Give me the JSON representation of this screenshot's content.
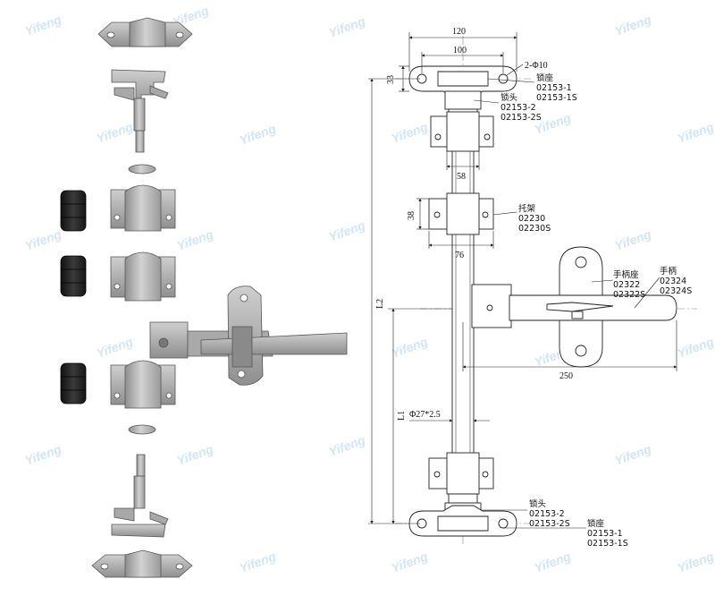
{
  "watermark": "Yifeng",
  "dimensions": {
    "d120": "120",
    "d100": "100",
    "d33": "33",
    "d58": "58",
    "d38": "38",
    "d76": "76",
    "d250": "250",
    "L2": "L2",
    "L1": "L1",
    "hole": "2-Φ10",
    "tube": "Φ27*2.5"
  },
  "labels": {
    "lock_seat_top": [
      "锁座",
      "02153-1",
      "02153-1S"
    ],
    "lock_head_top": [
      "锁头",
      "02153-2",
      "02153-2S"
    ],
    "bracket": [
      "托架",
      "02230",
      "02230S"
    ],
    "handle_seat": [
      "手柄座",
      "02322",
      "02322S"
    ],
    "handle": [
      "手柄",
      "02324",
      "02324S"
    ],
    "lock_head_bottom": [
      "锁头",
      "02153-2",
      "02153-2S"
    ],
    "lock_seat_bottom": [
      "锁座",
      "02153-1",
      "02153-1S"
    ]
  }
}
